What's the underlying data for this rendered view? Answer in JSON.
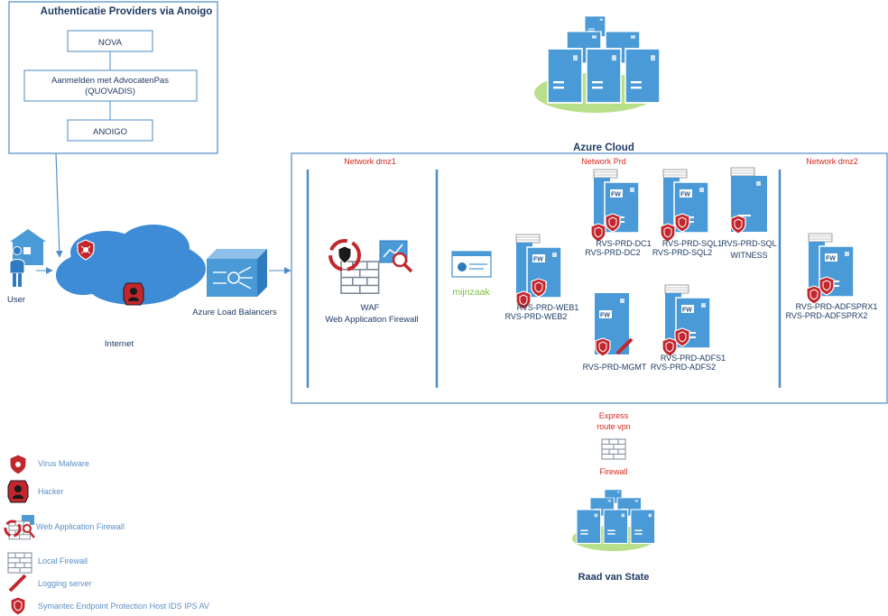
{
  "auth": {
    "title": "Authenticatie Providers via Anoigo",
    "nova": "NOVA",
    "advocaten_line1": "Aanmelden met AdvocatenPas",
    "advocaten_line2": "(QUOVADIS)",
    "anoigo": "ANOIGO"
  },
  "user": {
    "label": "User"
  },
  "internet": {
    "label": "Internet"
  },
  "load_balancer": {
    "label": "Azure Load Balancers"
  },
  "azure": {
    "title": "Azure Cloud",
    "network_dmz1": "Network dmz1",
    "network_prd": "Network Prd",
    "network_dmz2": "Network dmz2",
    "waf_title": "WAF",
    "waf_subtitle": "Web Application Firewall",
    "mijnzaak": "mijnzaak",
    "fw_label": "FW",
    "servers": {
      "web1": "RVS-PRD-WEB1",
      "web2": "RVS-PRD-WEB2",
      "dc1": "RVS-PRD-DC1",
      "dc2": "RVS-PRD-DC2",
      "sql1": "RVS-PRD-SQL1",
      "sql2": "RVS-PRD-SQL2",
      "sql_witness_1": "RVS-PRD-SQL",
      "sql_witness_2": "WITNESS",
      "mgmt": "RVS-PRD-MGMT",
      "adfs1": "RVS-PRD-ADFS1",
      "adfs2": "RVS-PRD-ADFS2",
      "adfsprx1": "RVS-PRD-ADFSPRX1",
      "adfsprx2": "RVS-PRD-ADFSPRX2"
    }
  },
  "express": {
    "line1": "Express",
    "line2": "route vpn",
    "firewall": "Firewall"
  },
  "raad": {
    "label": "Raad van State"
  },
  "legend": {
    "virus": "Virus Malware",
    "hacker": "Hacker",
    "waf": "Web Application Firewall",
    "local_fw": "Local Firewall",
    "logging": "Logging server",
    "symantec": "Symantec Endpoint Protection Host IDS IPS AV"
  },
  "colors": {
    "line": "#4a8cc7",
    "cloud": "#3e8bd6",
    "server": "#4a9ad8",
    "server_dark": "#2f7bbf",
    "ellipse": "#b8e08a",
    "red": "#c1272d",
    "navy": "#1f3b63",
    "legend_text": "#5b8fc7",
    "alert": "#d9261c"
  }
}
